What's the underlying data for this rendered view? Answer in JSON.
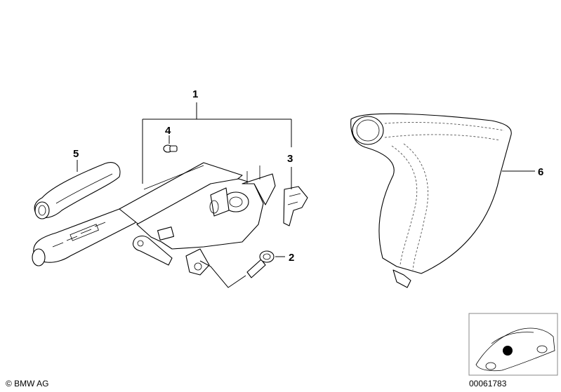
{
  "callouts": {
    "c1": "1",
    "c2": "2",
    "c3": "3",
    "c4": "4",
    "c5": "5",
    "c6": "6"
  },
  "footer": {
    "copyright": "© BMW AG",
    "image_number": "00061783"
  },
  "colors": {
    "line": "#000000",
    "background": "#ffffff",
    "thumbnail_border": "#888888",
    "highlight_dot": "#000000"
  }
}
